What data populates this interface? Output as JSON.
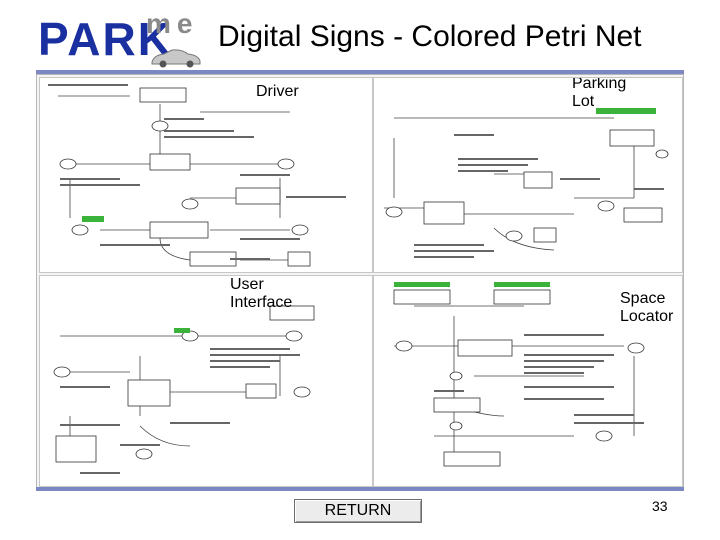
{
  "header": {
    "logo_park": "PARK",
    "logo_me": "me",
    "title": "Digital Signs - Colored Petri Net"
  },
  "panels": {
    "driver": "Driver",
    "parking_lot_line1": "Parking",
    "parking_lot_line2": "Lot",
    "user_interface_line1": "User",
    "user_interface_line2": "Interface",
    "space_locator_line1": "Space",
    "space_locator_line2": "Locator"
  },
  "footer": {
    "return_label": "RETURN",
    "page_number": "33"
  },
  "colors": {
    "accent_rule": "#7d87c4",
    "logo_blue": "#1a2fa0",
    "logo_gray": "#8a8a8a",
    "token_green": "#3bb33b"
  }
}
